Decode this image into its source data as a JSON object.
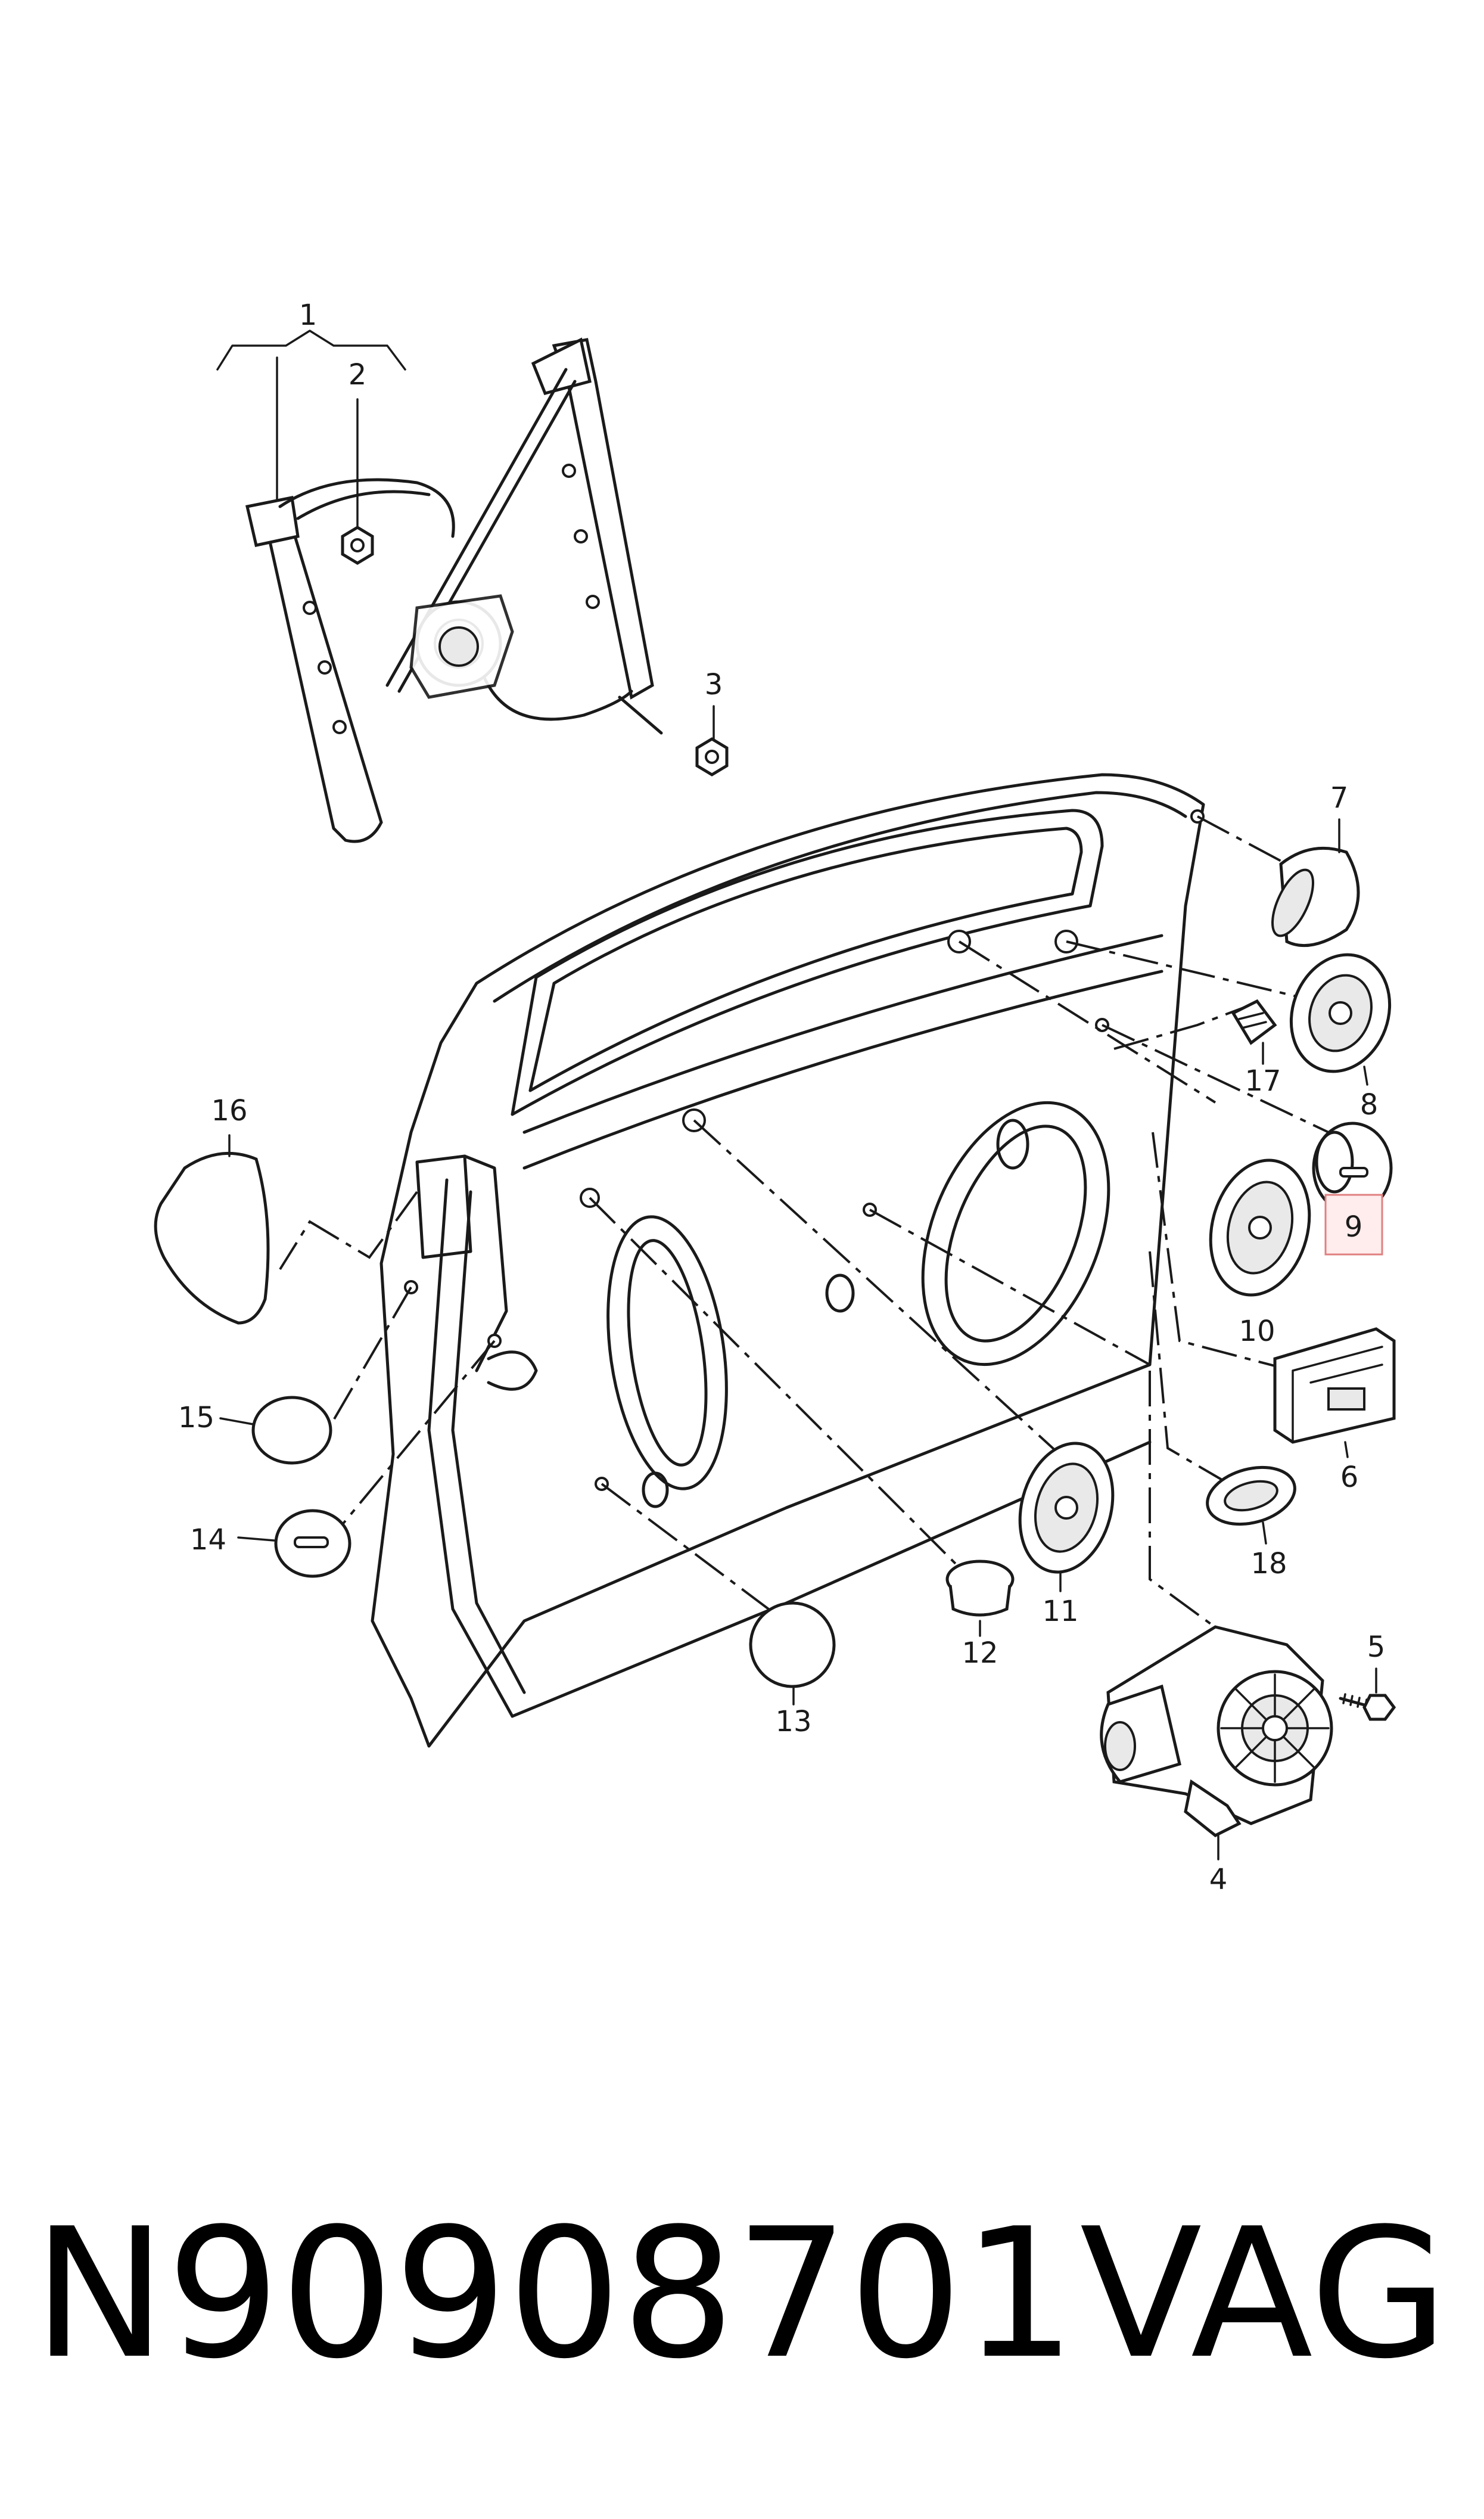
{
  "diagram": {
    "callouts": {
      "c1": "1",
      "c2": "2",
      "c3": "3",
      "c4": "4",
      "c5": "5",
      "c6": "6",
      "c7": "7",
      "c8": "8",
      "c9": "9",
      "c10": "10",
      "c11": "11",
      "c12": "12",
      "c13": "13",
      "c14": "14",
      "c15": "15",
      "c16": "16",
      "c17": "17",
      "c18": "18"
    },
    "highlighted_callout": "9",
    "highlight_color": "#e08080"
  },
  "footer": {
    "part_number": "N90908701",
    "brand": "VAG"
  }
}
